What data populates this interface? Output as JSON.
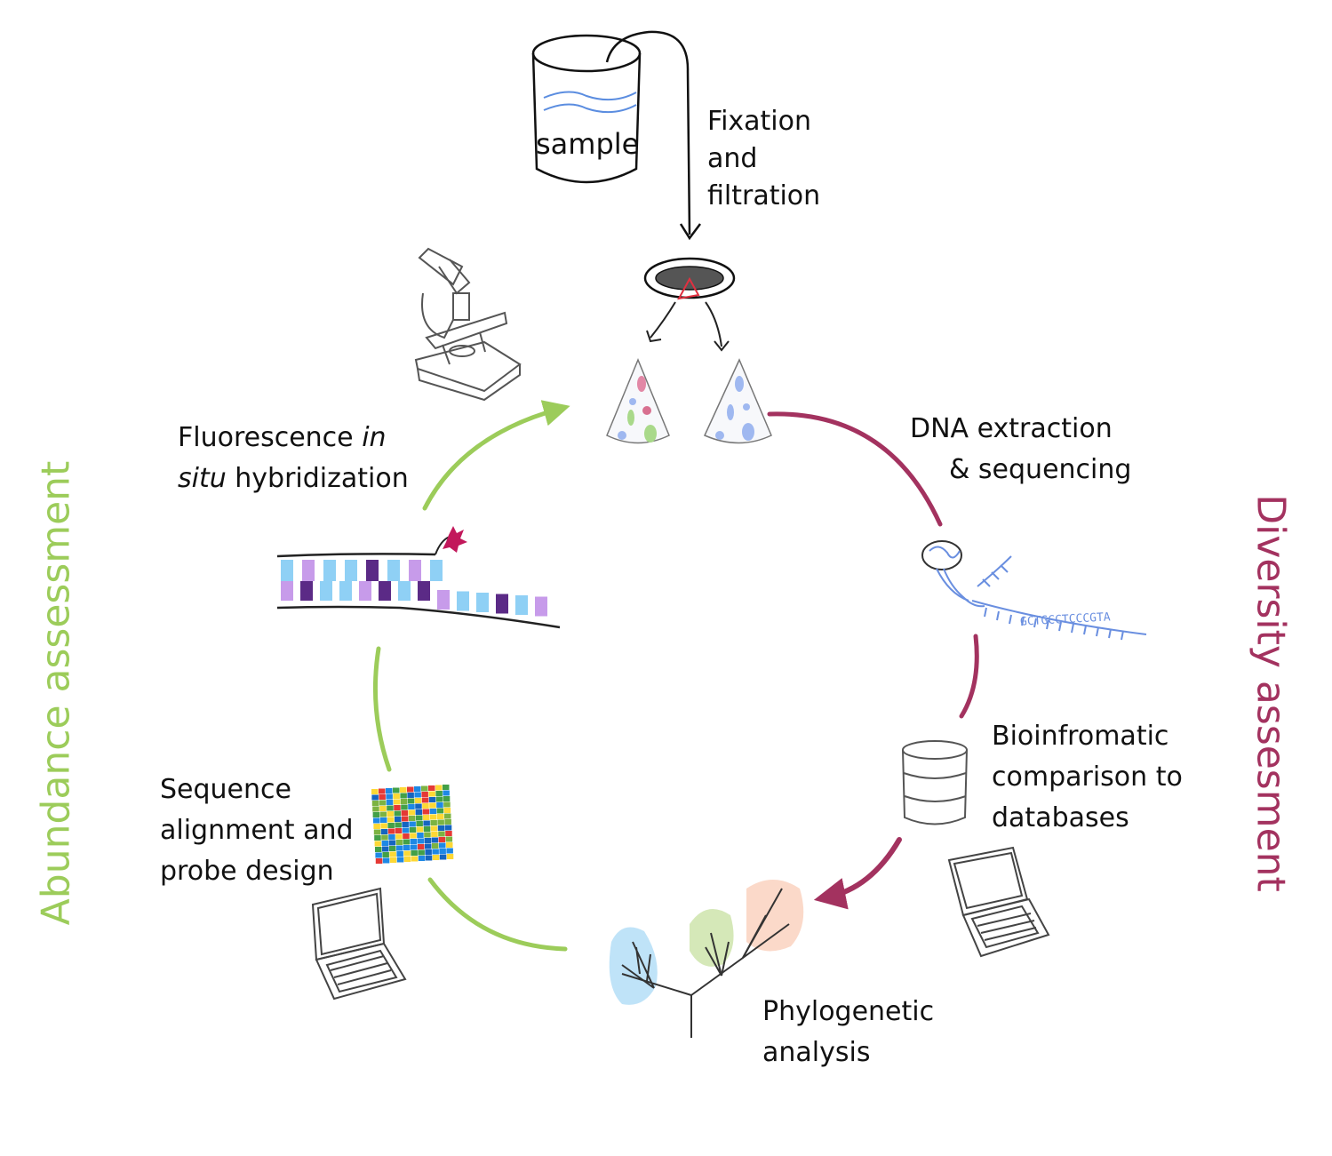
{
  "labels": {
    "sample": "sample",
    "fixation": [
      "Fixation",
      "and",
      "filtration"
    ],
    "dna": [
      "DNA extraction",
      "& sequencing"
    ],
    "bioinformatic": [
      "Bioinfromatic",
      "comparison to",
      "databases"
    ],
    "phylogenetic": [
      "Phylogenetic",
      "analysis"
    ],
    "sequence": [
      "Sequence",
      "alignment and",
      "probe design"
    ],
    "fish_line1_plain": "Fluorescence ",
    "fish_line1_italic": "in",
    "fish_line2_italic": "situ",
    "fish_line2_plain": " hybridization",
    "dna_letters": "GCTGCCTCCCGTA",
    "abundance": "Abundance assessment",
    "diversity": "Diversity assesment"
  },
  "colors": {
    "green": "#9ccc5a",
    "maroon": "#a3325f",
    "dna_blue": "#6a8fe0",
    "light_blue": "#8fd0f5",
    "purple": "#5b2a86",
    "lilac": "#c79bea",
    "red": "#e03040"
  }
}
